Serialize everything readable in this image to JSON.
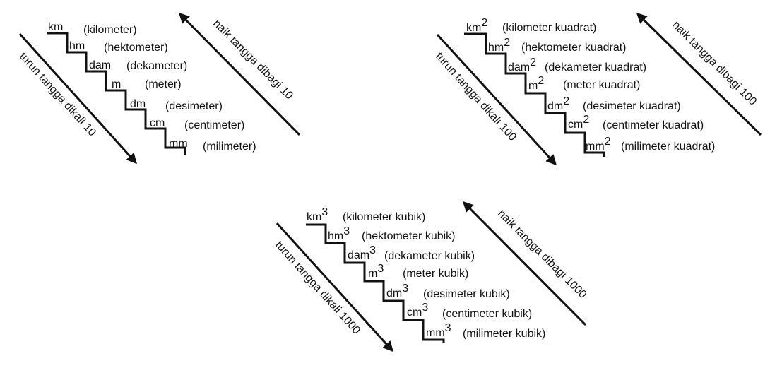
{
  "panels": [
    {
      "id": "length",
      "up_label": "naik tangga dibagi 10",
      "down_label": "turun tangga dikali 10",
      "rows": [
        {
          "unit": "km",
          "exp": "",
          "name": "(kilometer)"
        },
        {
          "unit": "hm",
          "exp": "",
          "name": "(hektometer)"
        },
        {
          "unit": "dam",
          "exp": "",
          "name": "(dekameter)"
        },
        {
          "unit": "m",
          "exp": "",
          "name": "(meter)"
        },
        {
          "unit": "dm",
          "exp": "",
          "name": "(desimeter)"
        },
        {
          "unit": "cm",
          "exp": "",
          "name": "(centimeter)"
        },
        {
          "unit": "mm",
          "exp": "",
          "name": "(milimeter)"
        }
      ]
    },
    {
      "id": "area",
      "up_label": "naik tangga dibagi 100",
      "down_label": "turun tangga dikali 100",
      "rows": [
        {
          "unit": "km",
          "exp": "2",
          "name": "(kilometer kuadrat)"
        },
        {
          "unit": "hm",
          "exp": "2",
          "name": "(hektometer kuadrat)"
        },
        {
          "unit": "dam",
          "exp": "2",
          "name": "(dekameter kuadrat)"
        },
        {
          "unit": "m",
          "exp": "2",
          "name": "(meter kuadrat)"
        },
        {
          "unit": "dm",
          "exp": "2",
          "name": "(desimeter kuadrat)"
        },
        {
          "unit": "cm",
          "exp": "2",
          "name": "(centimeter kuadrat)"
        },
        {
          "unit": "mm",
          "exp": "2",
          "name": "(milimeter kuadrat)"
        }
      ]
    },
    {
      "id": "volume",
      "up_label": "naik tangga dibagi 1000",
      "down_label": "turun tangga dikali 1000",
      "rows": [
        {
          "unit": "km",
          "exp": "3",
          "name": "(kilometer kubik)"
        },
        {
          "unit": "hm",
          "exp": "3",
          "name": "(hektometer kubik)"
        },
        {
          "unit": "dam",
          "exp": "3",
          "name": "(dekameter kubik)"
        },
        {
          "unit": "m",
          "exp": "3",
          "name": "(meter kubik)"
        },
        {
          "unit": "dm",
          "exp": "3",
          "name": "(desimeter kubik)"
        },
        {
          "unit": "cm",
          "exp": "3",
          "name": "(centimeter kubik)"
        },
        {
          "unit": "mm",
          "exp": "3",
          "name": "(milimeter kubik)"
        }
      ]
    }
  ]
}
